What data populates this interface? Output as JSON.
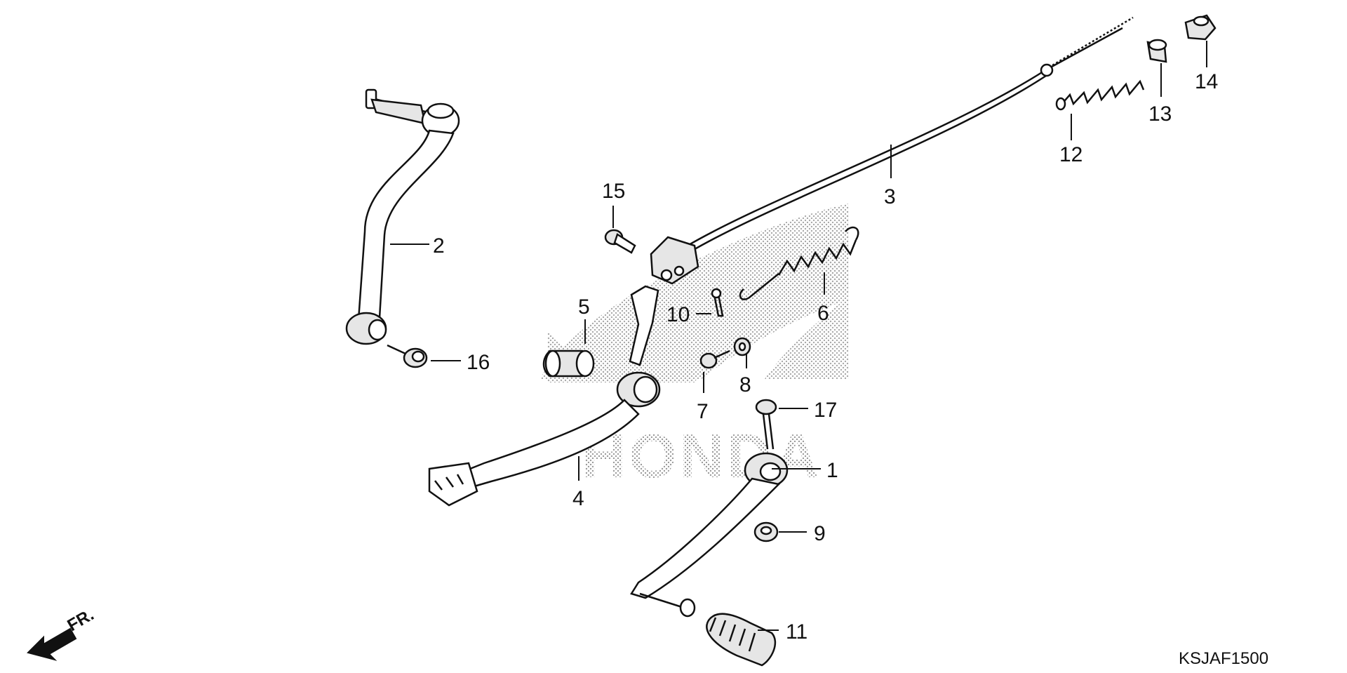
{
  "diagram": {
    "callouts": [
      "1",
      "2",
      "3",
      "4",
      "5",
      "6",
      "7",
      "8",
      "9",
      "10",
      "11",
      "12",
      "13",
      "14",
      "15",
      "16",
      "17"
    ],
    "diagram_code": "KSJAF1500",
    "direction_label": "FR.",
    "watermark_text": "HONDA",
    "watermark_icon": "honda-wing-logo"
  }
}
